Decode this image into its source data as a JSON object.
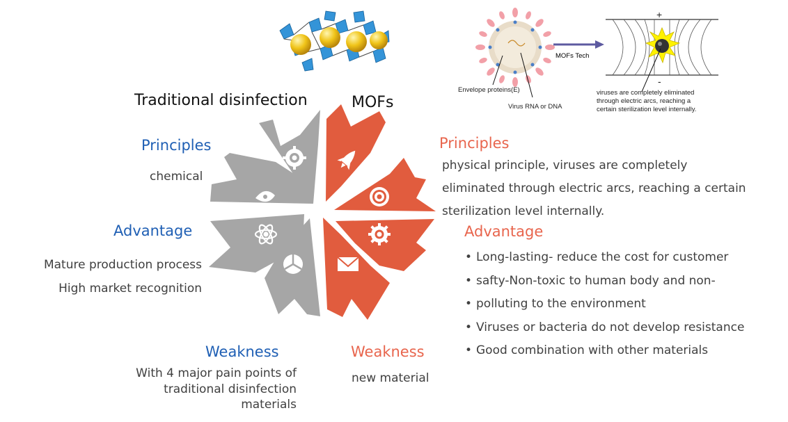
{
  "left": {
    "title": "Traditional disinfection",
    "principles_heading": "Principles",
    "principles_text": "chemical",
    "advantage_heading": "Advantage",
    "advantage_lines": [
      "Mature production process",
      "High market recognition"
    ],
    "weakness_heading": "Weakness",
    "weakness_lines": [
      "With 4 major pain points of",
      "traditional disinfection",
      "materials"
    ]
  },
  "right": {
    "title": "MOFs",
    "principles_heading": "Principles",
    "principles_lines": [
      "physical principle, viruses are completely",
      "eliminated through electric arcs, reaching a certain",
      "sterilization level internally."
    ],
    "advantage_heading": "Advantage",
    "advantage_items": [
      "Long-lasting- reduce the cost for customer",
      "safty-Non-toxic to human body and non-",
      "polluting to the environment",
      "Viruses or bacteria do not develop resistance",
      "Good combination with other materials"
    ],
    "weakness_heading": "Weakness",
    "weakness_text": "new material"
  },
  "illustration": {
    "envelope_label": "Envelope proteins(E)",
    "rna_label": "Virus RNA or DNA",
    "arrow_label": "MOFs Tech",
    "plus": "+",
    "minus": "-",
    "caption_lines": [
      "viruses are completely eliminated",
      "through electric arcs, reaching a",
      "certain sterilization level internally."
    ]
  },
  "icons": {
    "left": [
      "gear-icon",
      "eye-icon",
      "atom-icon",
      "pie-icon"
    ],
    "right": [
      "rocket-icon",
      "target-icon",
      "gear-icon",
      "envelope-icon"
    ]
  },
  "colors": {
    "gray": "#a6a6a6",
    "orange": "#e15c3e",
    "blue": "#1f5fb4",
    "salmon": "#e8654d"
  }
}
